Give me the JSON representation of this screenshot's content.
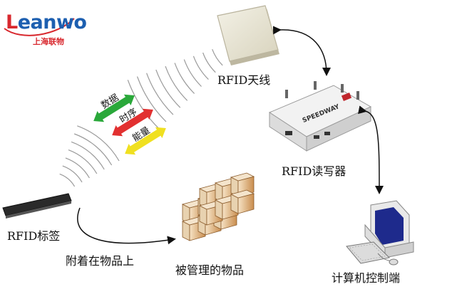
{
  "logo": {
    "word_first": "L",
    "word_rest": "eanwo",
    "cn": "上海联物"
  },
  "labels": {
    "antenna": "RFID天线",
    "reader": "RFID读写器",
    "tag": "RFID标签",
    "attached": "附着在物品上",
    "goods": "被管理的物品",
    "computer": "计算机控制端",
    "reader_brand": "SPEEDWAY"
  },
  "signals": [
    {
      "text": "数据",
      "color": "#2aa83a"
    },
    {
      "text": "时序",
      "color": "#e23030"
    },
    {
      "text": "能量",
      "color": "#f0e020"
    }
  ],
  "colors": {
    "logo_blue": "#1d5fb0",
    "logo_red": "#d8282e",
    "wave": "#9a9a9a"
  }
}
